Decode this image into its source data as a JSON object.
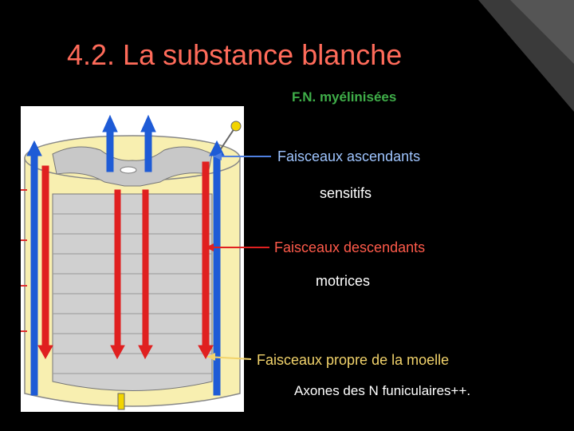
{
  "title": "4.2. La substance blanche",
  "colors": {
    "background": "#000000",
    "title": "#ff6b5a",
    "green_label": "#3fae49",
    "blue_label": "#9fc5ff",
    "red_label": "#ff5a4a",
    "yellow_label": "#f2d36b",
    "white_text": "#ffffff",
    "ascending_arrow": "#1e5bd6",
    "descending_arrow": "#e02020",
    "cord_fill": "#f8efb0",
    "grey_matter": "#c8c8c8"
  },
  "labels": {
    "myelinated": "F.N. myélinisées",
    "ascending": "Faisceaux ascendants",
    "sensory": "sensitifs",
    "descending": "Faisceaux descendants",
    "motor": "motrices",
    "proper": "Faisceaux  propre de la moelle",
    "axons": "Axones des N funiculaires++."
  }
}
